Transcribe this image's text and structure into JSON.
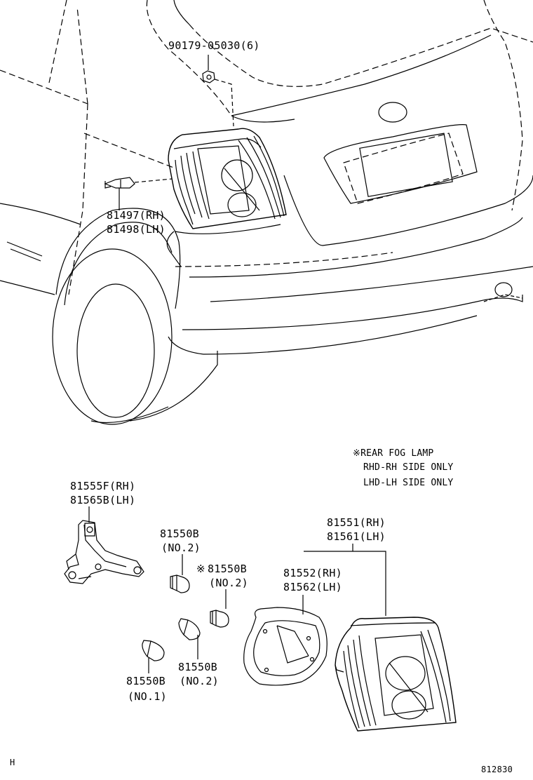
{
  "callouts": {
    "nut": "90179-05030(6)",
    "socket_rh": "81497(RH)",
    "socket_lh": "81498(LH)",
    "bracket_rh": "81555F(RH)",
    "bracket_lh": "81565B(LH)",
    "bulb_top": "81550B",
    "bulb_top_no": "(NO.2)",
    "bulb_fog_mark": "※",
    "bulb_fog": "81550B",
    "bulb_fog_no": "(NO.2)",
    "lamp_rh": "81551(RH)",
    "lamp_lh": "81561(LH)",
    "gasket_rh": "81552(RH)",
    "gasket_lh": "81562(LH)",
    "bulb_mid": "81550B",
    "bulb_mid_no": "(NO.2)",
    "bulb_low": "81550B",
    "bulb_low_no": "(NO.1)"
  },
  "note": {
    "line1": "※REAR FOG LAMP",
    "line2": "RHD-RH SIDE ONLY",
    "line3": "LHD-LH SIDE ONLY"
  },
  "footer": {
    "left_mark": "H",
    "figure_number": "812830"
  }
}
